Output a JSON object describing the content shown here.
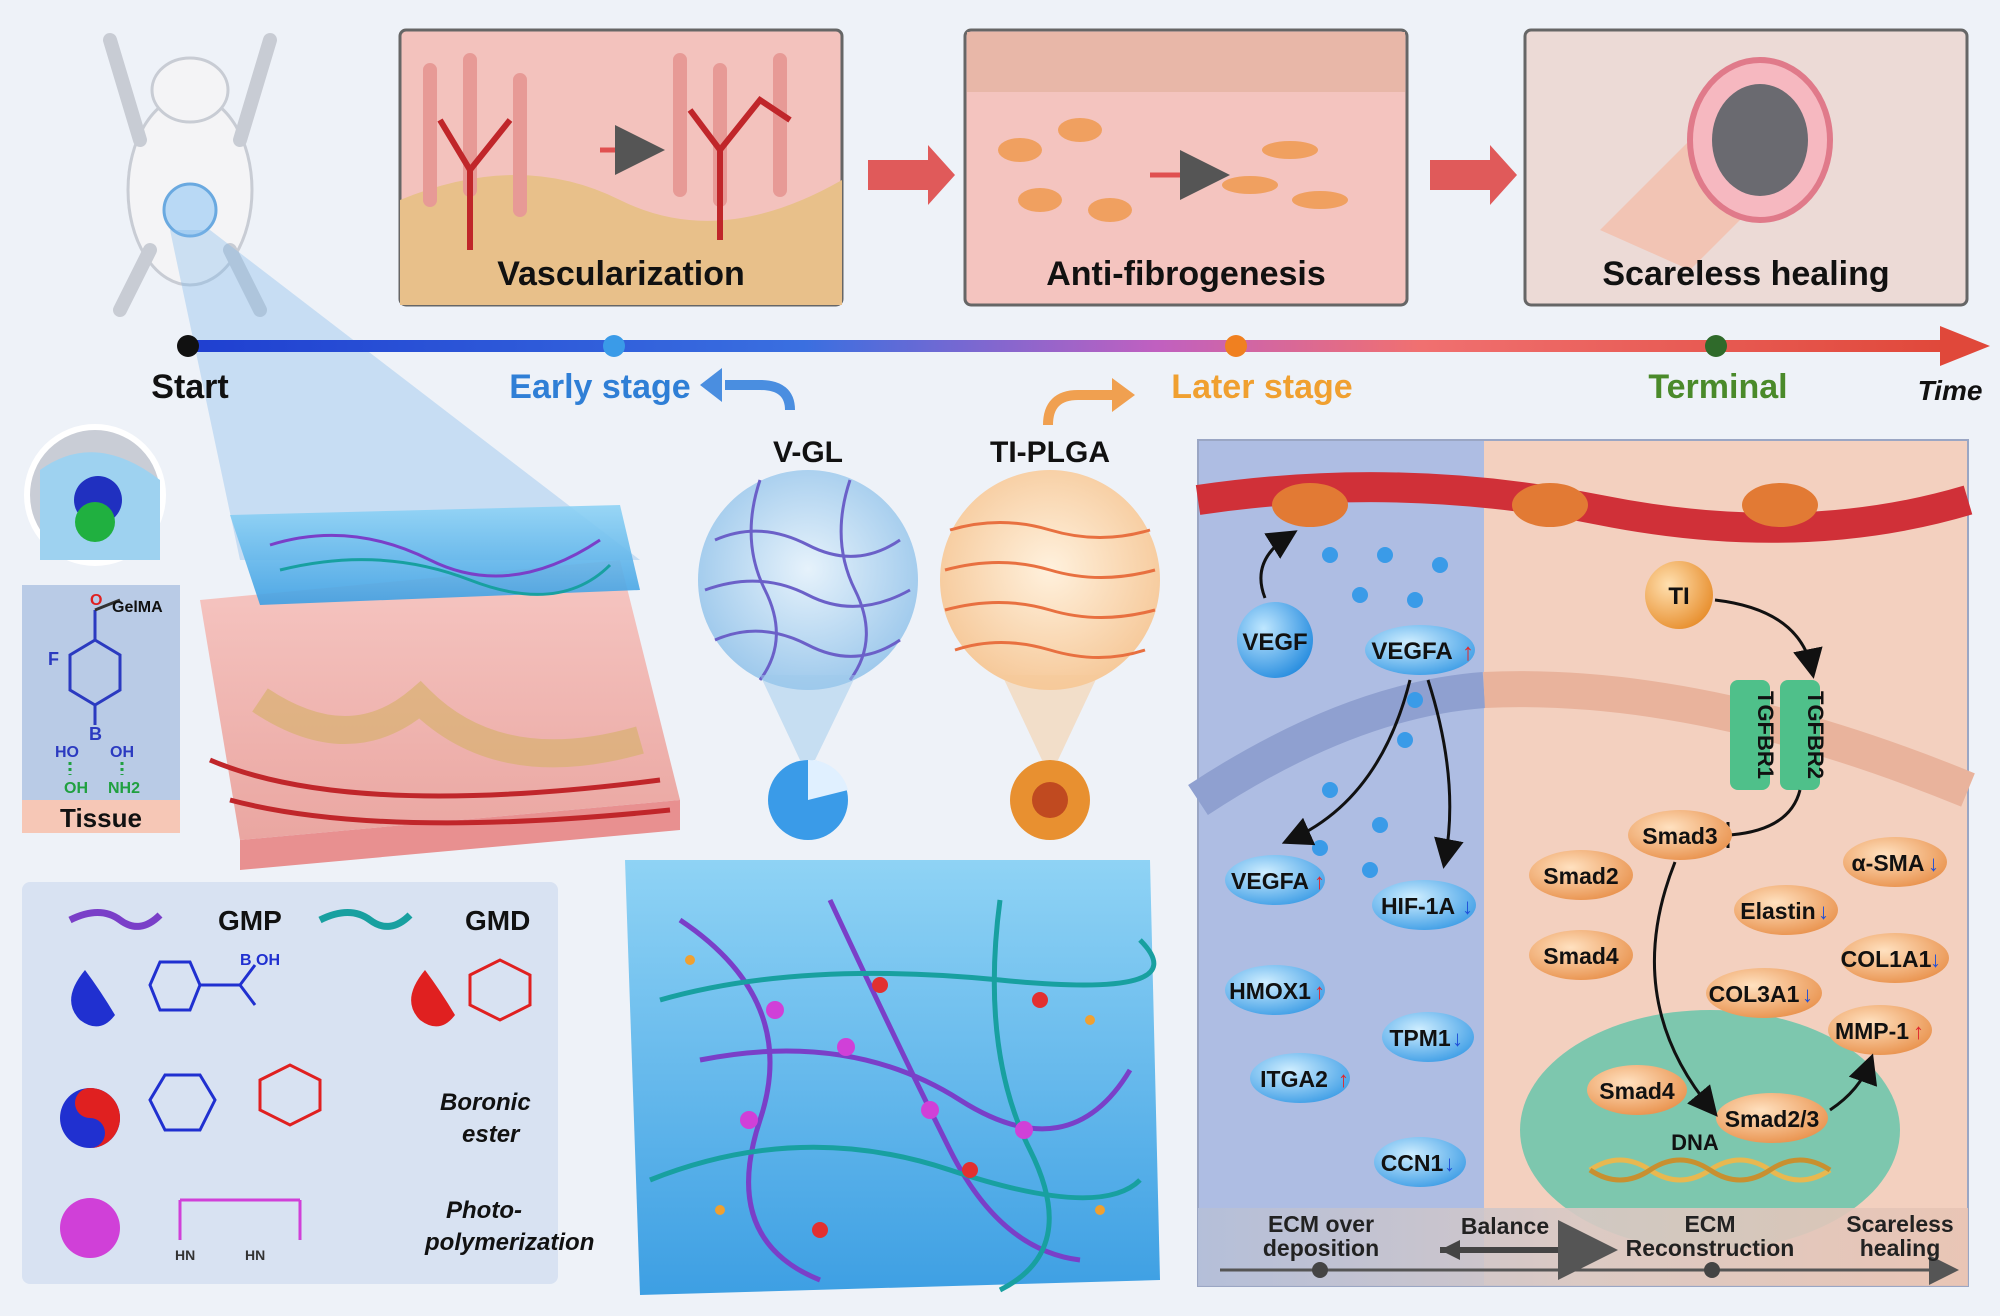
{
  "panels": {
    "vascularization": "Vascularization",
    "antifibrogenesis": "Anti-fibrogenesis",
    "scareless": "Scareless healing"
  },
  "timeline": {
    "start": "Start",
    "early": "Early stage",
    "later": "Later stage",
    "terminal": "Terminal",
    "time": "Time"
  },
  "tissue": {
    "gelma": "GelMA",
    "label": "Tissue",
    "f": "F",
    "b": "B",
    "ho": "HO",
    "oh": "OH",
    "oh2": "OH",
    "nh2": "NH2"
  },
  "materials": {
    "vgl": "V-GL",
    "tiplga": "TI-PLGA"
  },
  "legend": {
    "gmp": "GMP",
    "gmd": "GMD",
    "boronic": "Boronic",
    "ester": "ester",
    "photo": "Photo-",
    "polymerization": "polymerization"
  },
  "pathway": {
    "vegf": "VEGF",
    "vegfa_top": "VEGFA",
    "ti": "TI",
    "tgfbr1": "TGFBR1",
    "tgfbr2": "TGFBR2",
    "smad3": "Smad3",
    "smad2": "Smad2",
    "smad4": "Smad4",
    "smad4_nuc": "Smad4",
    "smad23": "Smad2/3",
    "dna": "DNA",
    "asma": "α-SMA",
    "elastin": "Elastin",
    "col1a1": "COL1A1",
    "col3a1": "COL3A1",
    "mmp1": "MMP-1",
    "vegfa_low": "VEGFA",
    "hif1a": "HIF-1A",
    "hmox1": "HMOX1",
    "tpm1": "TPM1",
    "itga2": "ITGA2",
    "ccn1": "CCN1"
  },
  "bottom": {
    "ecm_over_1": "ECM over",
    "ecm_over_2": "deposition",
    "balance": "Balance",
    "ecm_recon_1": "ECM",
    "ecm_recon_2": "Reconstruction",
    "scareless_1": "Scareless",
    "scareless_2": "healing"
  },
  "colors": {
    "up_arrow": "#e0282e",
    "down_arrow": "#1f4fd8",
    "early": "#2f7fd6",
    "later": "#f0a030",
    "terminal": "#4a8a2a"
  }
}
